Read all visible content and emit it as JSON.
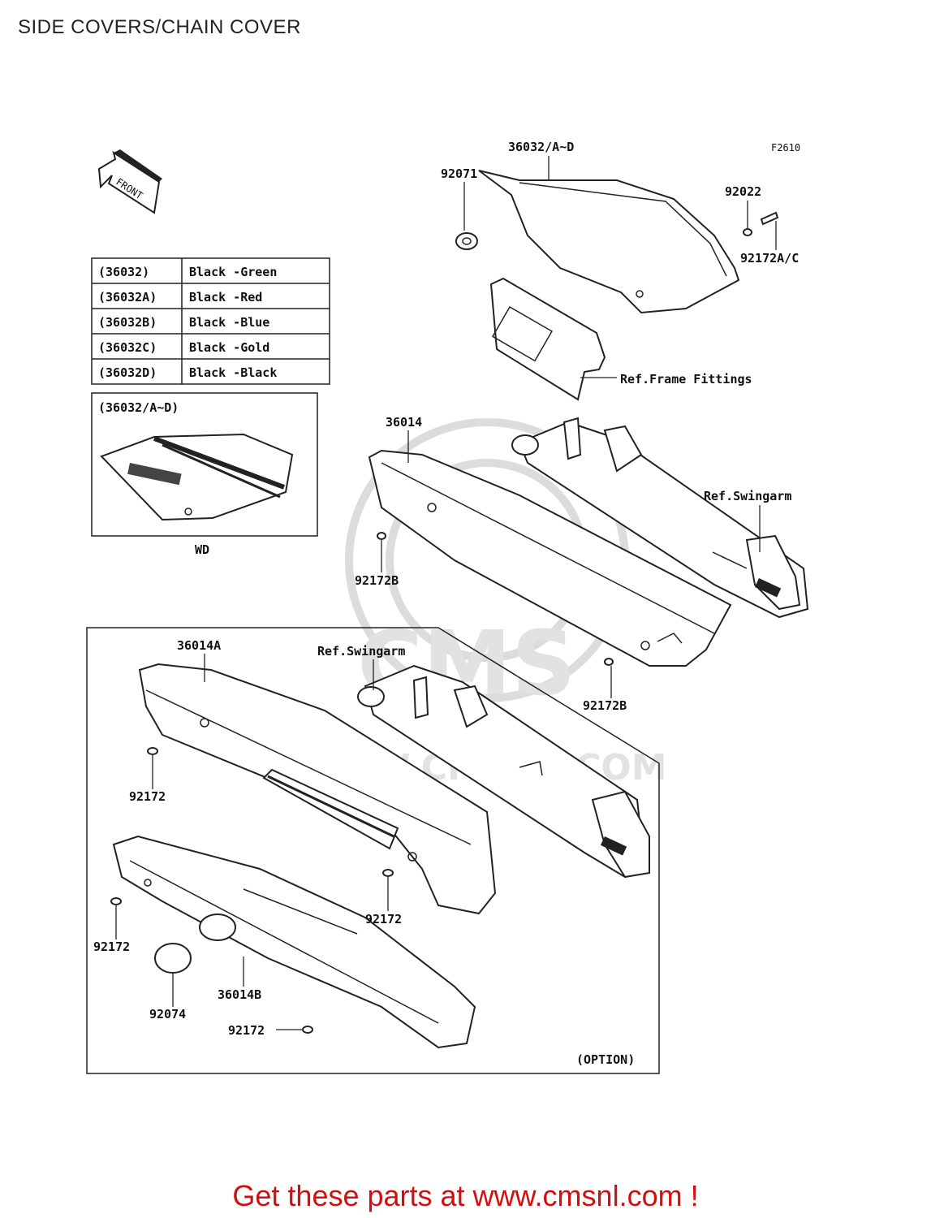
{
  "title": "SIDE COVERS/CHAIN COVER",
  "figure_code": "F2610",
  "front_label": "FRONT",
  "watermark": {
    "logo": "CMS",
    "url": "WWW.CMSNL.COM"
  },
  "color_table": [
    {
      "code": "(36032)",
      "color": "Black -Green"
    },
    {
      "code": "(36032A)",
      "color": "Black -Red"
    },
    {
      "code": "(36032B)",
      "color": "Black -Blue"
    },
    {
      "code": "(36032C)",
      "color": "Black -Gold"
    },
    {
      "code": "(36032D)",
      "color": "Black -Black"
    }
  ],
  "inset": {
    "header": "(36032/A~D)",
    "caption": "WD"
  },
  "labels": {
    "p36032": "36032/A~D",
    "p92071": "92071",
    "p92022": "92022",
    "p92172ac": "92172A/C",
    "ref_frame": "Ref.Frame Fittings",
    "p36014": "36014",
    "ref_swingarm_1": "Ref.Swingarm",
    "p92172b_1": "92172B",
    "p92172b_2": "92172B",
    "p36014a": "36014A",
    "ref_swingarm_2": "Ref.Swingarm",
    "p92172_1": "92172",
    "p92172_2": "92172",
    "p92172_3": "92172",
    "p92074": "92074",
    "p36014b": "36014B",
    "p92172_4": "92172",
    "option": "(OPTION)"
  },
  "footer": "Get these parts at www.cmsnl.com !",
  "colors": {
    "footer": "#d01010",
    "line": "#222222",
    "watermark": "#dcdcdc"
  }
}
